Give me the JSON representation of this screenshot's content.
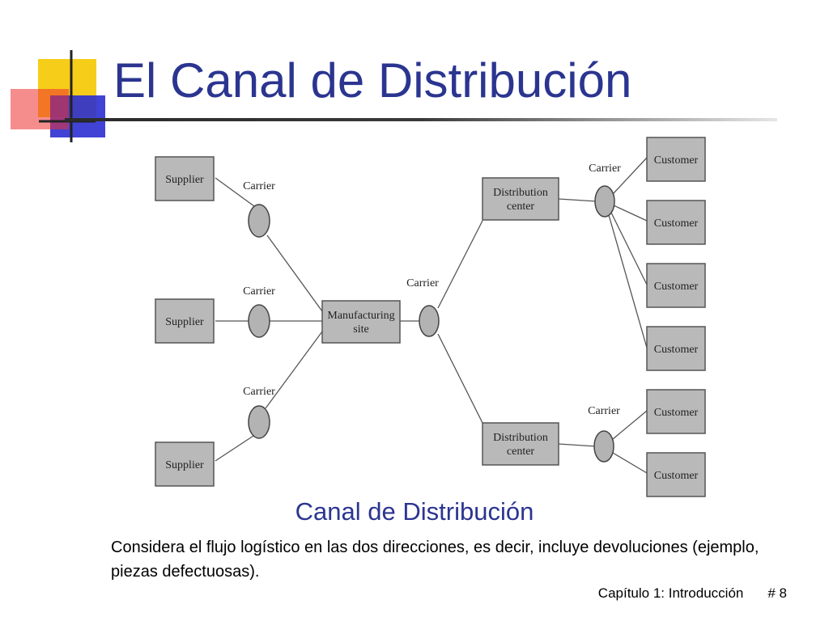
{
  "slide": {
    "title": "El Canal de Distribución",
    "subtitle": "Canal de Distribución",
    "description": "Considera el flujo logístico en las dos direcciones, es decir, incluye devoluciones (ejemplo, piezas defectuosas).",
    "footer_chapter": "Capítulo 1: Introducción",
    "footer_page": "# 8"
  },
  "theme": {
    "title_color": "#2b3590",
    "logo_yellow": "#f5c800",
    "logo_blue": "#2b2fd0",
    "logo_red": "#ee3030"
  },
  "diagram": {
    "suppliers": [
      "Supplier",
      "Supplier",
      "Supplier"
    ],
    "supplier_carriers": [
      "Carrier",
      "Carrier",
      "Carrier"
    ],
    "manufacturing": [
      "Manufacturing",
      "site"
    ],
    "mfg_carrier": "Carrier",
    "distribution_centers": [
      {
        "lines": [
          "Distribution",
          "center"
        ],
        "carrier": "Carrier",
        "customers": [
          "Customer",
          "Customer",
          "Customer",
          "Customer"
        ]
      },
      {
        "lines": [
          "Distribution",
          "center"
        ],
        "carrier": "Carrier",
        "customers": [
          "Customer",
          "Customer"
        ]
      }
    ]
  }
}
